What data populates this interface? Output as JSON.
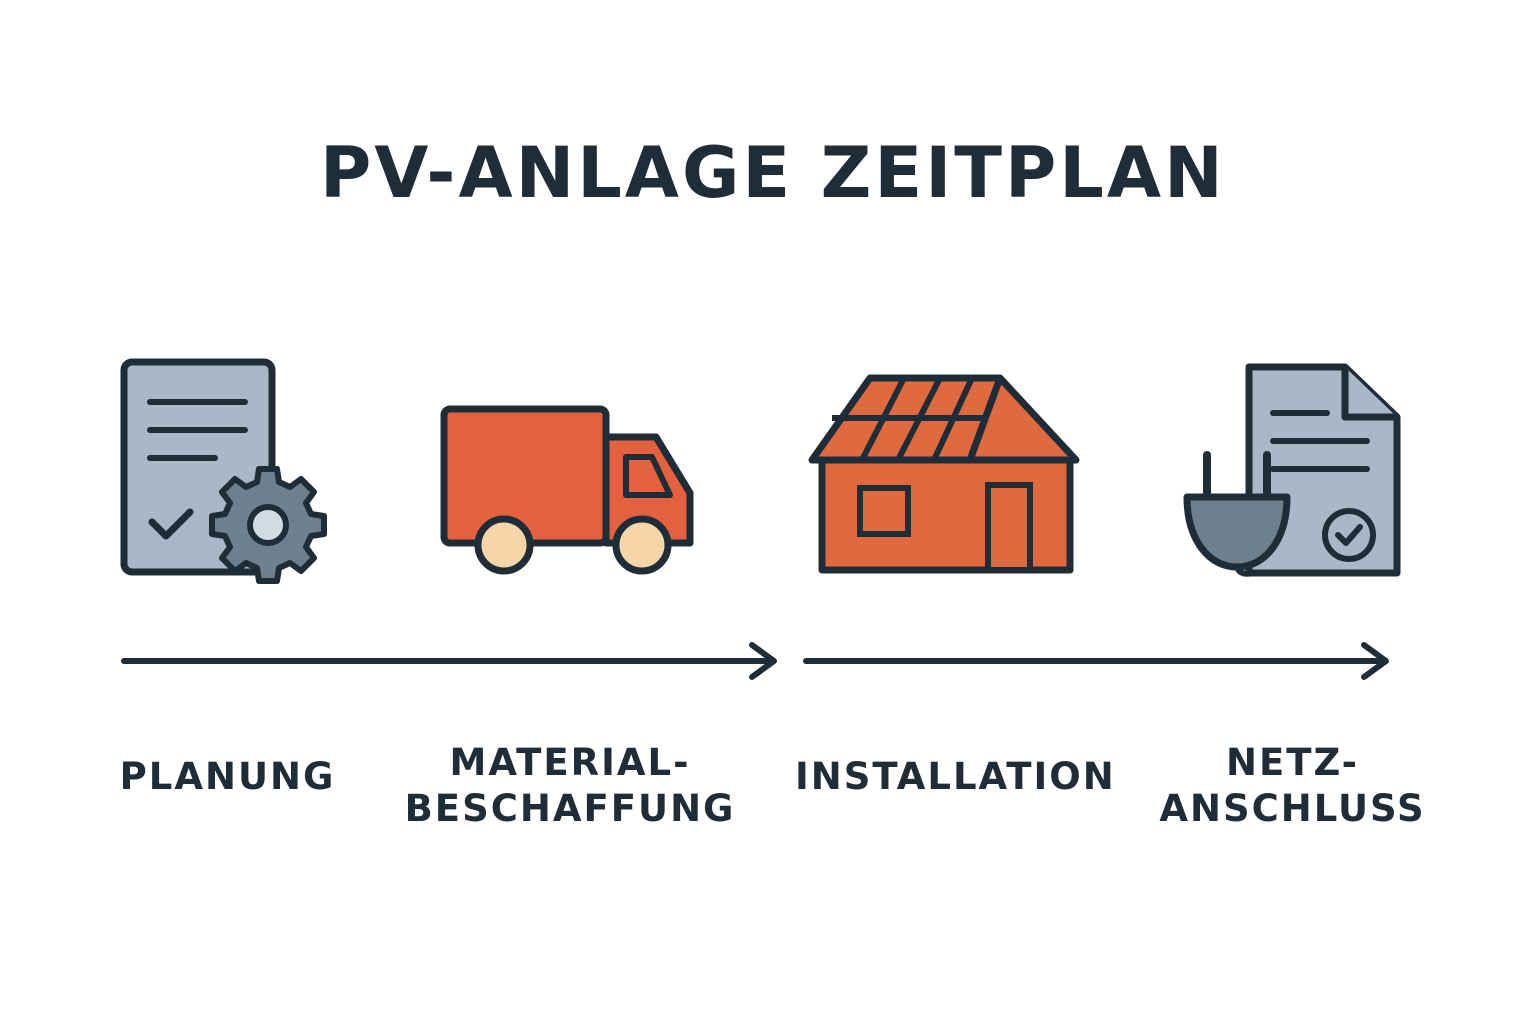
{
  "title": "PV-ANLAGE ZEITPLAN",
  "steps": [
    {
      "icon": "planning-document-gear-icon",
      "lines": [
        "PLANUNG"
      ]
    },
    {
      "icon": "delivery-truck-icon",
      "lines": [
        "MATERIAL-",
        "BESCHAFFUNG"
      ]
    },
    {
      "icon": "house-solar-roof-icon",
      "lines": [
        "INSTALLATION"
      ]
    },
    {
      "icon": "plug-document-icon",
      "lines": [
        "NETZ-",
        "ANSCHLUSS"
      ]
    }
  ],
  "colors": {
    "outline": "#1f2d38",
    "document_fill": "#a9b8c6",
    "gear_fill": "#6e7f8e",
    "truck_fill": "#e5603f",
    "house_fill": "#e06a3f",
    "wheel_fill": "#f6d5a8"
  }
}
